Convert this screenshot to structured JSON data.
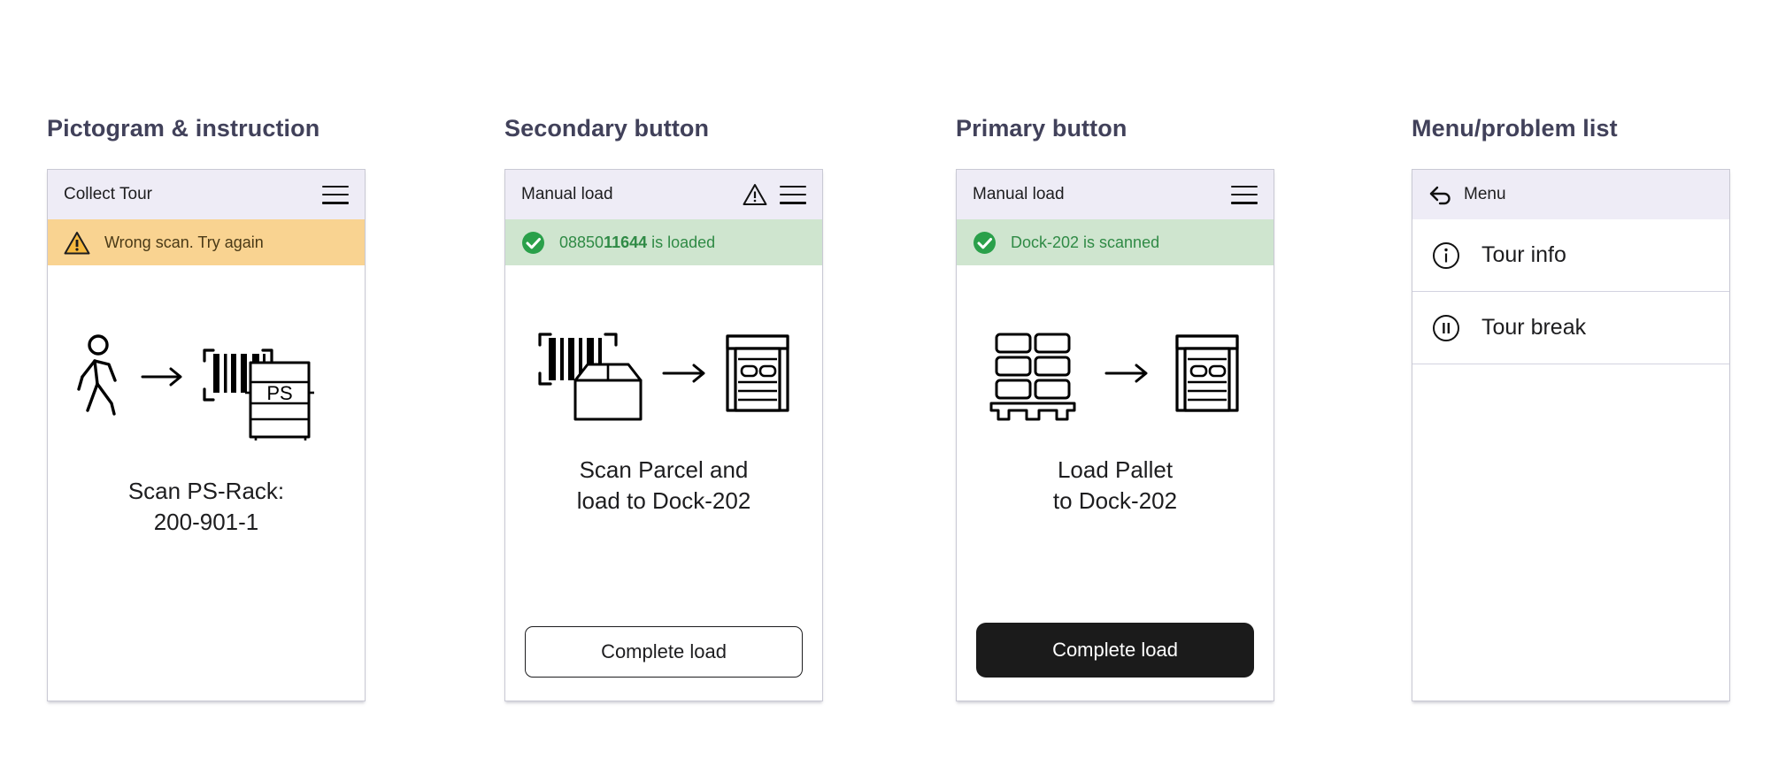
{
  "columns": [
    {
      "title": "Pictogram & instruction",
      "appbar": {
        "title": "Collect Tour",
        "menu_icon": "hamburger-icon"
      },
      "banner": {
        "type": "warning",
        "icon": "warning-triangle-icon",
        "text": "Wrong scan. Try again",
        "bg": "#f9d391",
        "fg": "#4a3a17"
      },
      "pictogram": "walking-person-to-barcode-rack",
      "pictogram_label": "PS",
      "instruction": "Scan PS-Rack:\n200-901-1",
      "button": null
    },
    {
      "title": "Secondary button",
      "appbar": {
        "title": "Manual load",
        "warning_icon": "warning-triangle-icon",
        "menu_icon": "hamburger-icon"
      },
      "banner": {
        "type": "success",
        "icon": "check-circle-icon",
        "text_plain": "08850",
        "text_bold": "11644",
        "text_suffix": " is loaded",
        "bg": "#cfe5cf",
        "fg": "#2f8a45"
      },
      "pictogram": "barcode-parcel-to-dock",
      "instruction": "Scan Parcel and\nload to Dock-202",
      "button": {
        "label": "Complete load",
        "style": "secondary"
      }
    },
    {
      "title": "Primary button",
      "appbar": {
        "title": "Manual load",
        "menu_icon": "hamburger-icon"
      },
      "banner": {
        "type": "success",
        "icon": "check-circle-icon",
        "text": "Dock-202 is scanned",
        "bg": "#cfe5cf",
        "fg": "#2f8a45"
      },
      "pictogram": "pallet-to-dock",
      "instruction": "Load Pallet\nto Dock-202",
      "button": {
        "label": "Complete load",
        "style": "primary"
      }
    },
    {
      "title": "Menu/problem list",
      "appbar": {
        "title": "Menu",
        "back_icon": "back-arrow-icon"
      },
      "menu_items": [
        {
          "label": "Tour info",
          "icon": "info-circle-icon"
        },
        {
          "label": "Tour break",
          "icon": "pause-circle-icon"
        }
      ]
    }
  ],
  "theme": {
    "title_color": "#41415a",
    "appbar_bg": "#eeecf6",
    "warning_bg": "#f9d391",
    "success_bg": "#cfe5cf",
    "success_fg": "#2f8a45",
    "primary_btn_bg": "#1b1b1b",
    "page_bg": "#ffffff"
  }
}
